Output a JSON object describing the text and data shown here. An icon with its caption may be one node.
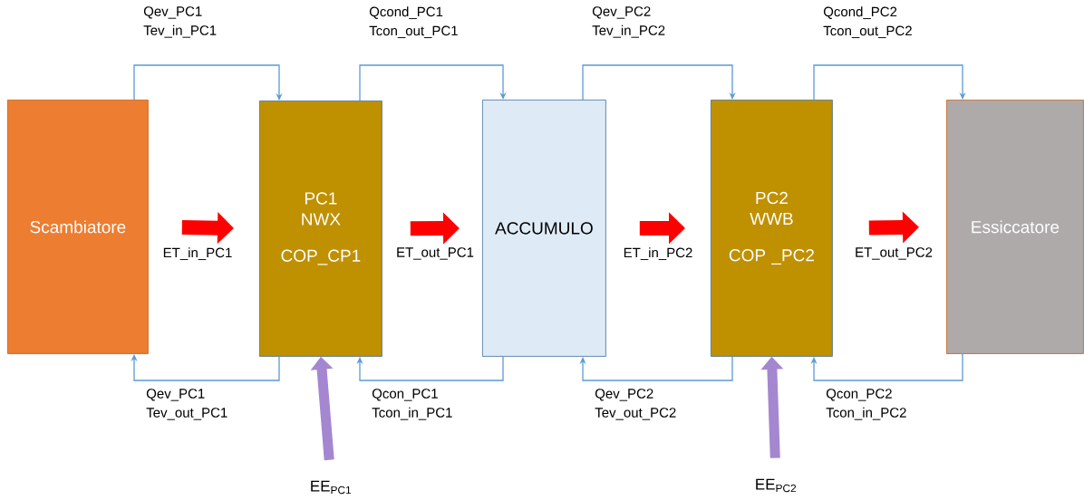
{
  "diagram": {
    "nodes": [
      {
        "text": [
          "Scambiatore"
        ]
      },
      {
        "text": [
          "PC1 NWX",
          "COP_CP1"
        ]
      },
      {
        "text": [
          "ACCUMULO"
        ]
      },
      {
        "text": [
          "PC2 WWB",
          "COP _PC2"
        ]
      },
      {
        "text": [
          "Essiccatore"
        ]
      },
      {
        "text": [
          "EE$_{PC1}$"
        ]
      },
      {
        "text": [
          "EE$_{PC2}$"
        ]
      }
    ],
    "edges": [
      {
        "from": 0,
        "to": 1,
        "arrow": "to",
        "label": "Qev_PC1 Tev_in_PC1"
      },
      {
        "from": 1,
        "to": 0,
        "arrow": "to",
        "label": "Qev_PC1 Tev_out_PC1"
      },
      {
        "from": 1,
        "to": 2,
        "arrow": "to",
        "label": "Qcond_PC1 Tcon_out_PC1"
      },
      {
        "from": 2,
        "to": 1,
        "arrow": "to",
        "label": "Qcon_PC1 Tcon_in_PC1"
      },
      {
        "from": 2,
        "to": 3,
        "arrow": "to",
        "label": "Qev_PC2 Tev_in_PC2"
      },
      {
        "from": 3,
        "to": 2,
        "arrow": "to",
        "label": "Qev_PC2 Tev_out_PC2"
      },
      {
        "from": 3,
        "to": 4,
        "arrow": "to",
        "label": "Qcond_PC2 Tcon_out_PC2"
      },
      {
        "from": 4,
        "to": 3,
        "arrow": "to",
        "label": "Qcon_PC2 Tcon_in_PC2"
      },
      {
        "from": 0,
        "to": 1,
        "arrow": "to",
        "label": "ET_in_PC1",
        "style": "thick",
        "color": "#ff0000"
      },
      {
        "from": 1,
        "to": 2,
        "arrow": "to",
        "label": "ET_out_PC1",
        "style": "thick",
        "color": "#ff0000"
      },
      {
        "from": 2,
        "to": 3,
        "arrow": "to",
        "label": "ET_in_PC2",
        "style": "thick",
        "color": "#ff0000"
      },
      {
        "from": 3,
        "to": 4,
        "arrow": "to",
        "label": "ET_out_PC2",
        "style": "thick",
        "color": "#ff0000"
      },
      {
        "from": 5,
        "to": 1,
        "arrow": "to",
        "style": "thick",
        "color": "#a487d0"
      },
      {
        "from": 6,
        "to": 3,
        "arrow": "to",
        "style": "thick",
        "color": "#a487d0"
      }
    ]
  }
}
